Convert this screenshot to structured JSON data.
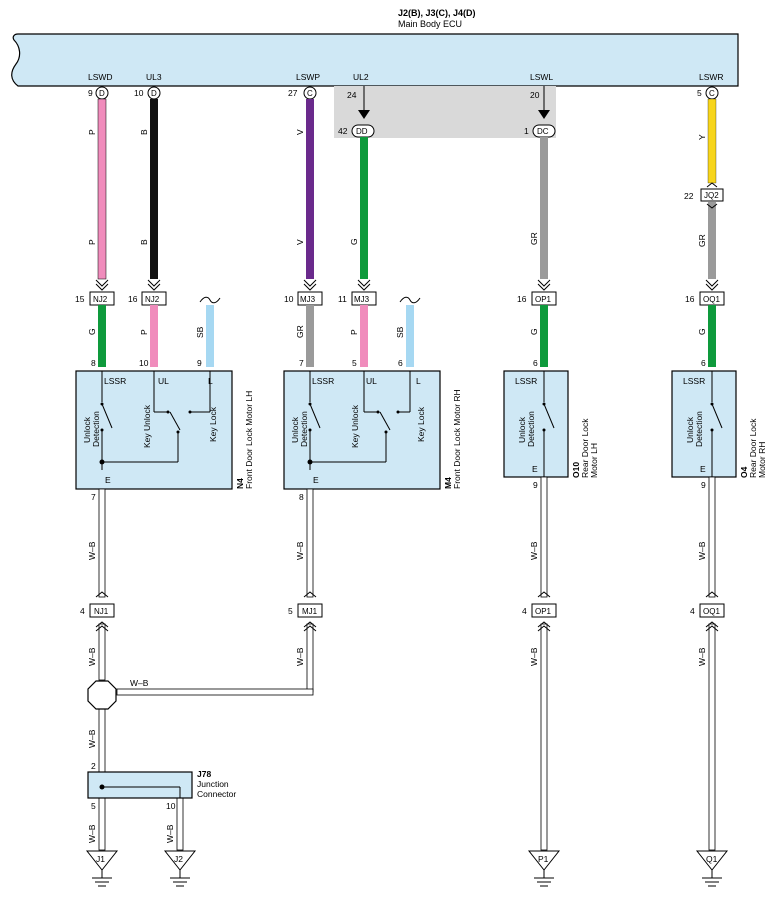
{
  "ecu": {
    "title": "J2(B), J3(C), J4(D)",
    "name": "Main Body ECU",
    "terminals": [
      {
        "label": "LSWD",
        "pin": "9",
        "conn": "D"
      },
      {
        "label": "UL3",
        "pin": "10",
        "conn": "D"
      },
      {
        "label": "LSWP",
        "pin": "27",
        "conn": "C"
      },
      {
        "label": "UL2",
        "pin": "24",
        "conn": ""
      },
      {
        "label": "LSWL",
        "pin": "20",
        "conn": ""
      },
      {
        "label": "LSWR",
        "pin": "5",
        "conn": "C"
      }
    ],
    "lower_pins": [
      {
        "pin": "42",
        "conn": "DD"
      },
      {
        "pin": "1",
        "conn": "DC"
      }
    ]
  },
  "wire_colors": {
    "P": "#f08cbc",
    "B": "#111111",
    "V": "#6a2a8c",
    "G": "#0e9a3c",
    "GR": "#9a9a9a",
    "Y": "#f7d51c",
    "SB": "#a6d8f2",
    "W-B": "#ffffff"
  },
  "upper_wires": [
    {
      "code": "P",
      "code2": "P"
    },
    {
      "code": "B",
      "code2": "B"
    },
    {
      "code": "V",
      "code2": "V"
    },
    {
      "code": "G",
      "code2": ""
    },
    {
      "code": "GR",
      "code2": ""
    },
    {
      "code": "Y",
      "code2": "GR"
    }
  ],
  "mid_connectors": [
    {
      "pin": "15",
      "name": "NJ2"
    },
    {
      "pin": "16",
      "name": "NJ2"
    },
    {
      "pin": "10",
      "name": "MJ3"
    },
    {
      "pin": "11",
      "name": "MJ3"
    },
    {
      "pin": "16",
      "name": "OP1"
    },
    {
      "pin": "16",
      "name": "OQ1"
    },
    {
      "pin": "22",
      "name": "JQ2"
    }
  ],
  "motor_wires": [
    {
      "code": "G",
      "pin": "8"
    },
    {
      "code": "P",
      "pin": "10"
    },
    {
      "code": "SB",
      "pin": "9"
    },
    {
      "code": "GR",
      "pin": "7"
    },
    {
      "code": "P",
      "pin": "5"
    },
    {
      "code": "SB",
      "pin": "6"
    },
    {
      "code": "G",
      "pin": "6"
    },
    {
      "code": "G",
      "pin": "6"
    }
  ],
  "components": {
    "n4": {
      "id": "N4",
      "name": "Front Door Lock Motor LH",
      "lssr": "LSSR",
      "ul": "UL",
      "l": "L",
      "e": "E",
      "out_pin": "7",
      "unlock": "Unlock",
      "detection": "Detection",
      "key_unlock": "Key Unlock",
      "key_lock": "Key Lock"
    },
    "m4": {
      "id": "M4",
      "name": "Front Door Lock Motor RH",
      "lssr": "LSSR",
      "ul": "UL",
      "l": "L",
      "e": "E",
      "out_pin": "8",
      "unlock": "Unlock",
      "detection": "Detection",
      "key_unlock": "Key Unlock",
      "key_lock": "Key Lock"
    },
    "o10": {
      "id": "O10",
      "name_line1": "Rear Door Lock",
      "name_line2": "Motor LH",
      "lssr": "LSSR",
      "e": "E",
      "out_pin": "9",
      "unlock": "Unlock",
      "detection": "Detection"
    },
    "o4": {
      "id": "O4",
      "name_line1": "Rear Door Lock",
      "name_line2": "Motor RH",
      "lssr": "LSSR",
      "e": "E",
      "out_pin": "9",
      "unlock": "Unlock",
      "detection": "Detection"
    }
  },
  "ground_wire_label": "W–B",
  "lower_connectors": [
    {
      "pin": "4",
      "name": "NJ1"
    },
    {
      "pin": "5",
      "name": "MJ1"
    },
    {
      "pin": "4",
      "name": "OP1"
    },
    {
      "pin": "4",
      "name": "OQ1"
    }
  ],
  "junction": {
    "id": "J78",
    "line1": "Junction",
    "line2": "Connector",
    "pin_in": "2",
    "pin_out1": "5",
    "pin_out2": "10"
  },
  "grounds": [
    "J1",
    "J2",
    "P1",
    "Q1"
  ]
}
